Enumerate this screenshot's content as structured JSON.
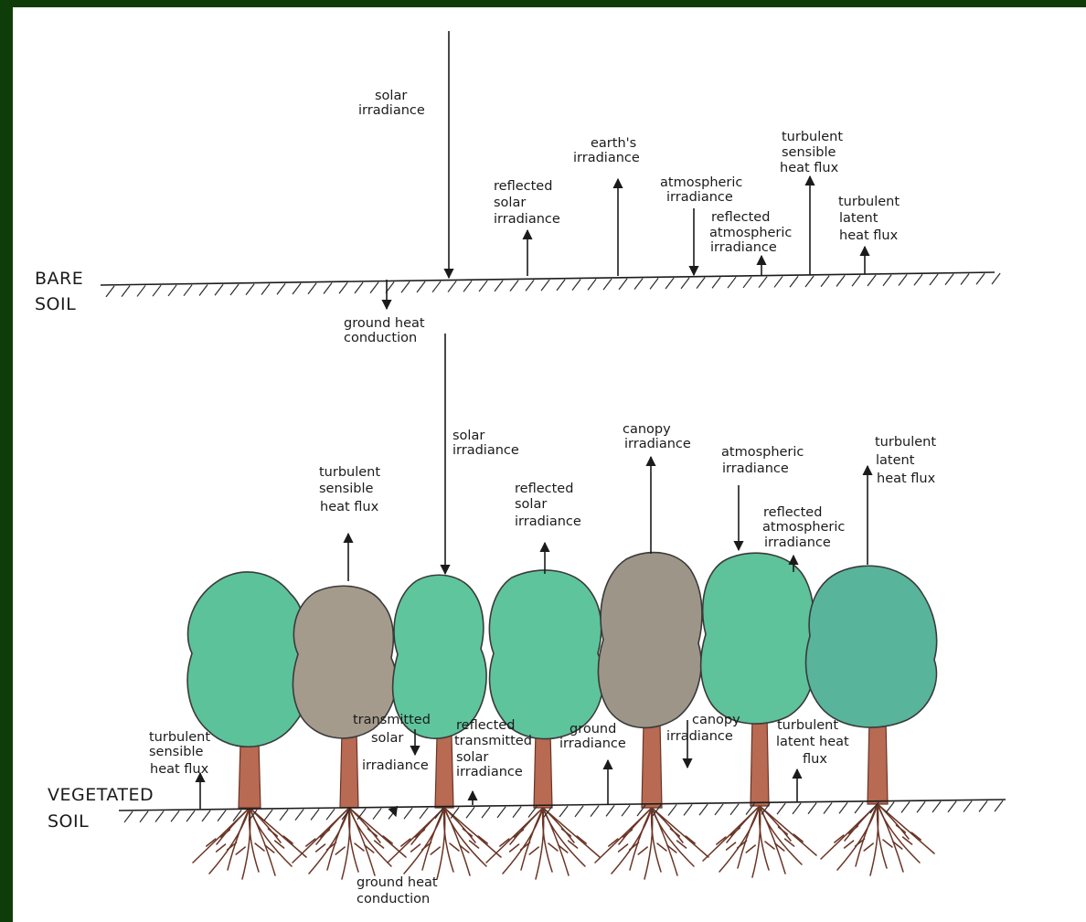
{
  "bare_soil": {
    "label_line1": "BARE",
    "label_line2": "SOIL",
    "solar_irradiance": [
      "solar",
      "irradiance"
    ],
    "reflected_solar_irradiance": [
      "reflected",
      "solar",
      "irradiance"
    ],
    "earths_irradiance": [
      "earth's",
      "irradiance"
    ],
    "atmospheric_irradiance": [
      "atmospheric",
      "irradiance"
    ],
    "reflected_atmospheric_irradiance": [
      "reflected",
      "atmospheric",
      "irradiance"
    ],
    "turbulent_sensible_heat_flux": [
      "turbulent",
      "sensible",
      "heat flux"
    ],
    "turbulent_latent_heat_flux": [
      "turbulent",
      "latent",
      "heat flux"
    ],
    "ground_heat_conduction": [
      "ground heat",
      "conduction"
    ]
  },
  "vegetated_soil": {
    "label_line1": "VEGETATED",
    "label_line2": "SOIL",
    "solar_irradiance": [
      "solar",
      "irradiance"
    ],
    "turbulent_sensible_heat_flux_top": [
      "turbulent",
      "sensible",
      "heat flux"
    ],
    "reflected_solar_irradiance": [
      "reflected",
      "solar",
      "irradiance"
    ],
    "canopy_irradiance_top": [
      "canopy",
      "irradiance"
    ],
    "atmospheric_irradiance": [
      "atmospheric",
      "irradiance"
    ],
    "reflected_atmospheric_irradiance": [
      "reflected",
      "atmospheric",
      "irradiance"
    ],
    "turbulent_latent_heat_flux_top": [
      "turbulent",
      "latent",
      "heat flux"
    ],
    "turbulent_sensible_heat_flux_ground": [
      "turbulent",
      "sensible",
      "heat flux"
    ],
    "transmitted_solar_irradiance": [
      "transmitted",
      "solar",
      "irradiance"
    ],
    "reflected_transmitted_solar_irradiance": [
      "reflected",
      "transmitted",
      "solar",
      "irradiance"
    ],
    "ground_irradiance": [
      "ground",
      "irradiance"
    ],
    "canopy_irradiance_ground": [
      "canopy",
      "irradiance"
    ],
    "turbulent_latent_heat_flux_ground": [
      "turbulent",
      "latent heat",
      "flux"
    ],
    "ground_heat_conduction": [
      "ground heat",
      "conduction"
    ]
  },
  "colors": {
    "frame": "#0f3d0a",
    "paper": "#ffffff",
    "crown_green": "#5cc29a",
    "crown_teal": "#58b49a",
    "crown_mottled": "#9a9a88",
    "trunk": "#b86a52",
    "root": "#6a3526",
    "ink": "#1b1b1b"
  }
}
